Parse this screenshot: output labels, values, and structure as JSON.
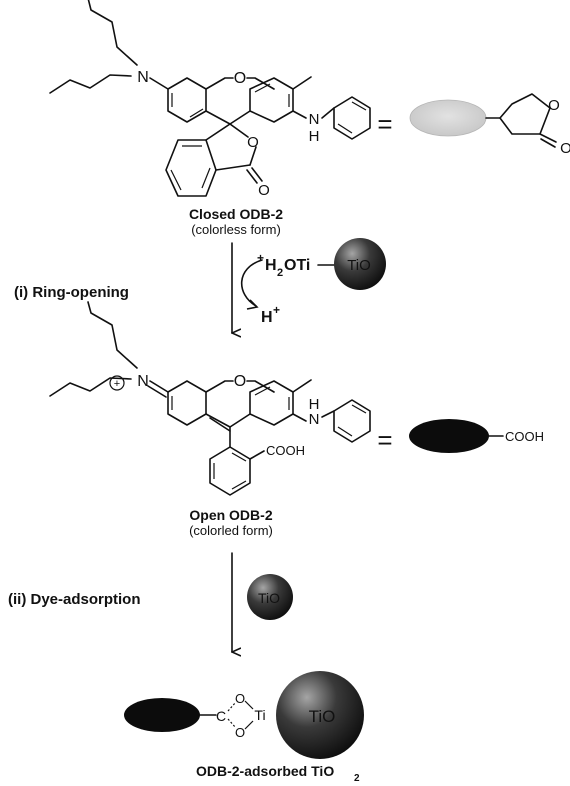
{
  "closed_form": {
    "title": "Closed ODB-2",
    "subtitle": "(colorless form)",
    "equals": "=",
    "n_label": "N",
    "o_label": "O",
    "nh_label": "N",
    "nh_h": "H",
    "lactone_o": "O",
    "carbonyl_o": "O",
    "simple_o": "O"
  },
  "step1": {
    "label": "(i) Ring-opening",
    "reagent": "+H2OTi",
    "reagent_plus": "+",
    "reagent_h": "H",
    "reagent_2": "2",
    "reagent_rest": "OTi",
    "sphere_label": "TiO",
    "byproduct": "H+",
    "byproduct_h": "H",
    "byproduct_plus": "+"
  },
  "open_form": {
    "title": "Open ODB-2",
    "subtitle": "(colorled form)",
    "equals": "=",
    "n_label": "N",
    "o_label": "O",
    "nh_label": "N",
    "nh_h": "H",
    "charge": "+",
    "cooh": "COOH",
    "simple_cooh": "COOH"
  },
  "step2": {
    "label": "(ii) Dye-adsorption",
    "sphere_label": "TiO"
  },
  "adsorbed": {
    "c_label": "C",
    "o_top": "O",
    "o_bottom": "O",
    "ti_label": "Ti",
    "sphere_label": "TiO",
    "caption": "ODB-2-adsorbed TiO",
    "caption_sub": "2"
  },
  "colors": {
    "ink": "#111111",
    "gray_ellipse": "#d2d2d2",
    "black_ellipse": "#0c0c0c",
    "sphere_light": "#9a9a9a",
    "sphere_dark": "#141414"
  }
}
